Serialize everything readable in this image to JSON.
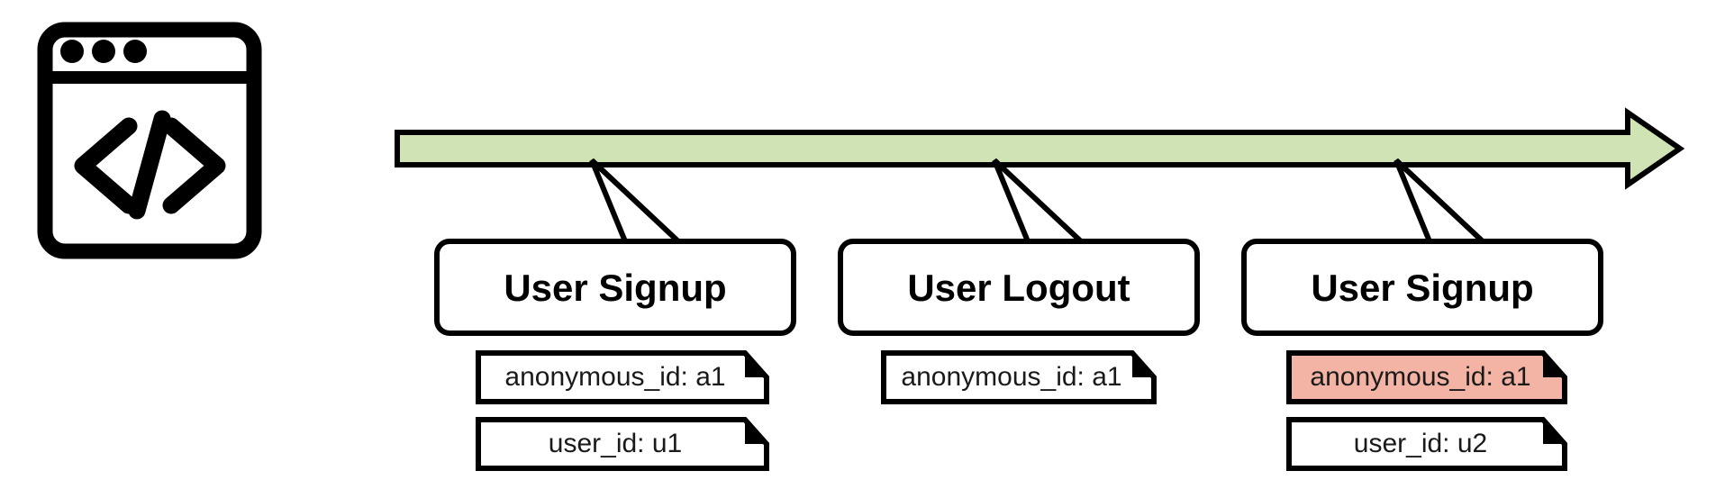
{
  "diagram": {
    "title": "Event timeline with identity properties",
    "colors": {
      "timeline_fill": "#cfe3b4",
      "stroke": "#000000",
      "box_fill": "#ffffff",
      "highlight_fill": "#f4b4a5",
      "text": "#000000"
    },
    "source_icon": {
      "name": "code-window-icon",
      "label": "code-window",
      "dots": 3
    },
    "timeline": {
      "name": "event-timeline-arrow",
      "direction": "right"
    },
    "events": [
      {
        "id": "event-1",
        "title": "User Signup",
        "highlighted": false,
        "properties": [
          {
            "id": "event-1-prop-1",
            "label": "anonymous_id: a1",
            "highlighted": false
          },
          {
            "id": "event-1-prop-2",
            "label": "user_id: u1",
            "highlighted": false
          }
        ]
      },
      {
        "id": "event-2",
        "title": "User Logout",
        "highlighted": false,
        "properties": [
          {
            "id": "event-2-prop-1",
            "label": "anonymous_id: a1",
            "highlighted": false
          }
        ]
      },
      {
        "id": "event-3",
        "title": "User Signup",
        "highlighted": false,
        "properties": [
          {
            "id": "event-3-prop-1",
            "label": "anonymous_id: a1",
            "highlighted": true
          },
          {
            "id": "event-3-prop-2",
            "label": "user_id: u2",
            "highlighted": false
          }
        ]
      }
    ]
  }
}
